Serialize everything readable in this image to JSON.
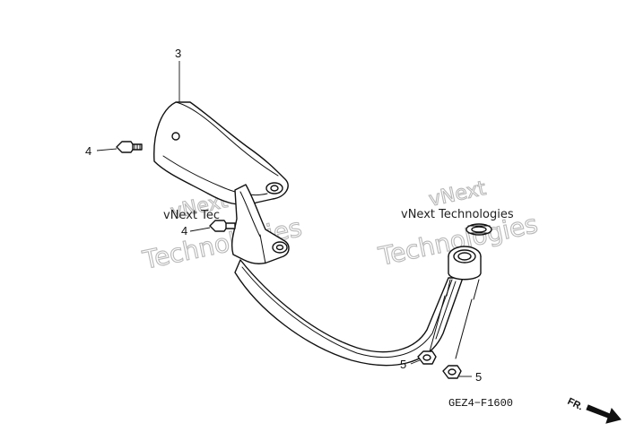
{
  "diagram": {
    "callouts": {
      "muffler_cover": "3",
      "bolt_upper": "4",
      "bolt_lower": "4",
      "nut_left": "5",
      "nut_right": "5"
    },
    "diagram_code": "GEZ4−F1600",
    "direction_label": "FR.",
    "watermarks": {
      "brand_a1": "vNext",
      "brand_a2": "Technologies",
      "brand_a_small": "vNext Tec",
      "brand_b1": "vNext",
      "brand_b2": "Technologies",
      "brand_b_small": "vNext Technologies"
    }
  }
}
